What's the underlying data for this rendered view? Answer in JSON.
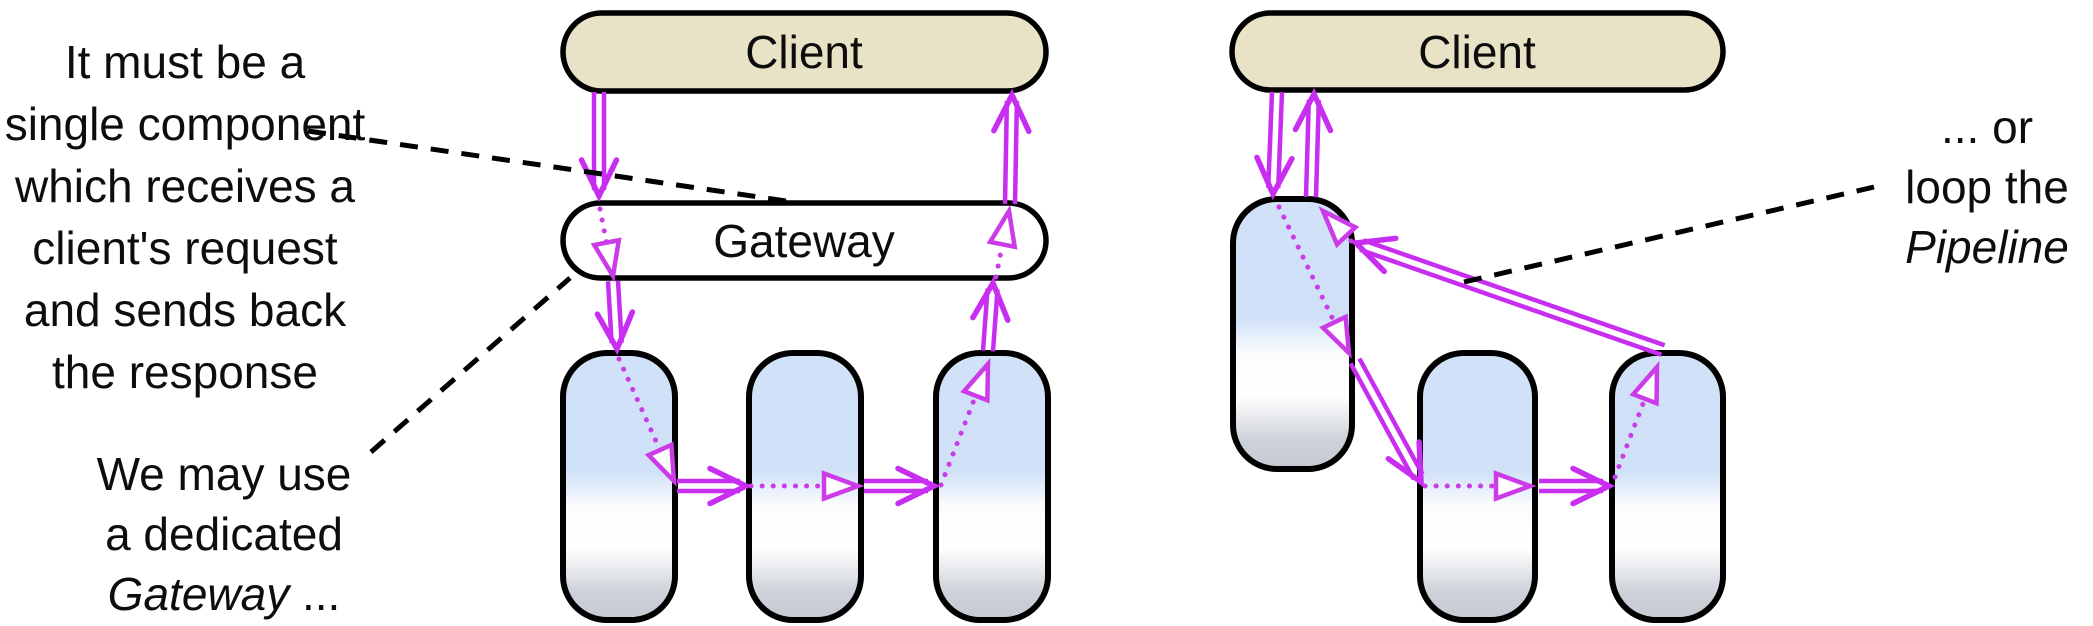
{
  "colors": {
    "accent_magenta": "#c72ef0",
    "dots_magenta": "#cb3be8",
    "client_tan": "#e8e3c6",
    "component_blue_top": "#cfe0f7",
    "component_gray_bottom": "#c6cbd3",
    "outline_black": "#000000",
    "gateway_fill": "#ffffff"
  },
  "left_note_top": {
    "lines": [
      "It must be a",
      "single component",
      "which receives a",
      "client's request",
      "and sends back",
      "the response"
    ]
  },
  "left_note_bottom": {
    "line1": "We may use",
    "line2": "a dedicated",
    "line3_italic": "Gateway",
    "line3_rest": " ..."
  },
  "right_note": {
    "line1": "... or",
    "line2": "loop the",
    "line3_italic": "Pipeline"
  },
  "left_diagram": {
    "client_label": "Client",
    "gateway_label": "Gateway"
  },
  "right_diagram": {
    "client_label": "Client"
  }
}
